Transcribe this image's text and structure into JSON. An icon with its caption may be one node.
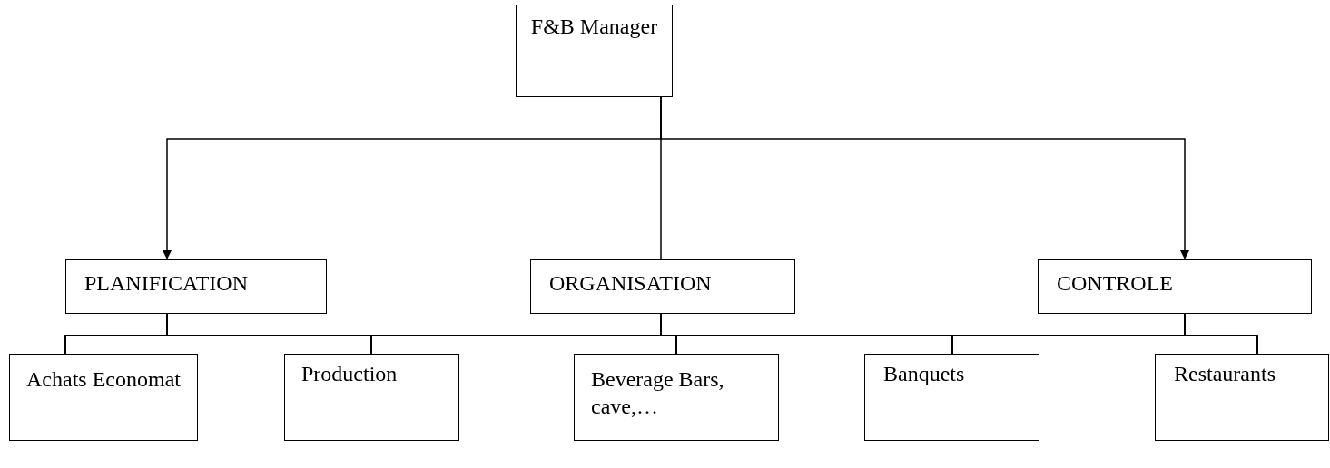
{
  "diagram": {
    "nodes": [
      {
        "text": [
          "F&B Manager"
        ]
      },
      {
        "text": [
          "PLANIFICATION"
        ]
      },
      {
        "text": [
          "ORGANISATION"
        ]
      },
      {
        "text": [
          "CONTROLE"
        ]
      },
      {
        "text": [
          "Achats Economat"
        ]
      },
      {
        "text": [
          "Production"
        ]
      },
      {
        "text": [
          "Beverage Bars, cave,…"
        ]
      },
      {
        "text": [
          "Banquets"
        ]
      },
      {
        "text": [
          "Restaurants"
        ]
      }
    ],
    "edges": [
      {
        "from": 0,
        "to": 1,
        "arrow": "to"
      },
      {
        "from": 0,
        "to": 2,
        "arrow": "none"
      },
      {
        "from": 0,
        "to": 3,
        "arrow": "to"
      },
      {
        "from": 1,
        "to": 4,
        "arrow": "none"
      },
      {
        "from": 1,
        "to": 5,
        "arrow": "none"
      },
      {
        "from": 1,
        "to": 6,
        "arrow": "none"
      },
      {
        "from": 1,
        "to": 7,
        "arrow": "none"
      },
      {
        "from": 1,
        "to": 8,
        "arrow": "none"
      },
      {
        "from": 2,
        "to": 4,
        "arrow": "none"
      },
      {
        "from": 2,
        "to": 5,
        "arrow": "none"
      },
      {
        "from": 2,
        "to": 6,
        "arrow": "none"
      },
      {
        "from": 2,
        "to": 7,
        "arrow": "none"
      },
      {
        "from": 2,
        "to": 8,
        "arrow": "none"
      },
      {
        "from": 3,
        "to": 4,
        "arrow": "none"
      },
      {
        "from": 3,
        "to": 5,
        "arrow": "none"
      },
      {
        "from": 3,
        "to": 6,
        "arrow": "none"
      },
      {
        "from": 3,
        "to": 7,
        "arrow": "none"
      },
      {
        "from": 3,
        "to": 8,
        "arrow": "none"
      }
    ]
  }
}
